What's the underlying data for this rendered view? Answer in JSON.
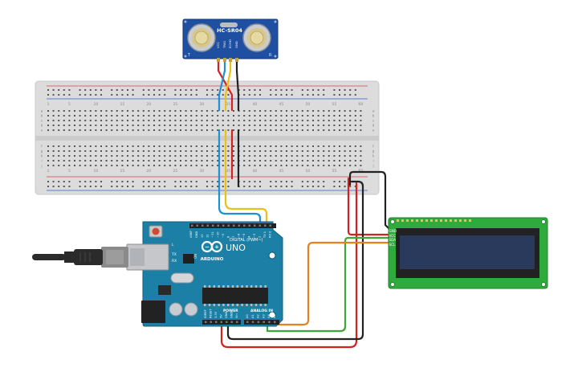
{
  "sensor": {
    "label": "HC-SR04",
    "pins": [
      "VCC",
      "TRIG",
      "ECHO",
      "GND"
    ],
    "corner_left": "T",
    "corner_right": "R"
  },
  "breadboard": {
    "column_numbers": [
      "1",
      "5",
      "10",
      "15",
      "20",
      "25",
      "30",
      "35",
      "40",
      "45",
      "50",
      "55",
      "60"
    ],
    "row_letters_top": [
      "a",
      "b",
      "c",
      "d",
      "e"
    ],
    "row_letters_bottom": [
      "f",
      "g",
      "h",
      "i",
      "j"
    ]
  },
  "arduino": {
    "brand": "ARDUINO",
    "model": "UNO",
    "digital_label": "DIGITAL (PWM~)",
    "power_label": "POWER",
    "analog_label": "ANALOG IN",
    "aref_label": "AREF",
    "gnd_label": "GND",
    "tx_label": "TX",
    "rx_label": "RX",
    "l_label": "L",
    "on_label": "ON",
    "digital_pins": [
      "13",
      "12",
      "~11",
      "~10",
      "~9",
      "8",
      "7",
      "~6",
      "~5",
      "4",
      "~3",
      "2",
      "TX 1",
      "RX 0"
    ],
    "power_pins": [
      "IOREF",
      "RESET",
      "3.3V",
      "5V",
      "GND",
      "GND",
      "Vin"
    ],
    "analog_pins": [
      "A0",
      "A1",
      "A2",
      "A3",
      "A4",
      "A5"
    ]
  },
  "lcd": {
    "pins": [
      "GND",
      "VCC",
      "SDA",
      "SCL"
    ]
  },
  "wire_colors": {
    "power": "#d42020",
    "ground": "#222222",
    "trigger": "#1e90d6",
    "echo": "#e8c21a",
    "sda": "#3aa83a",
    "scl": "#e8801e"
  }
}
